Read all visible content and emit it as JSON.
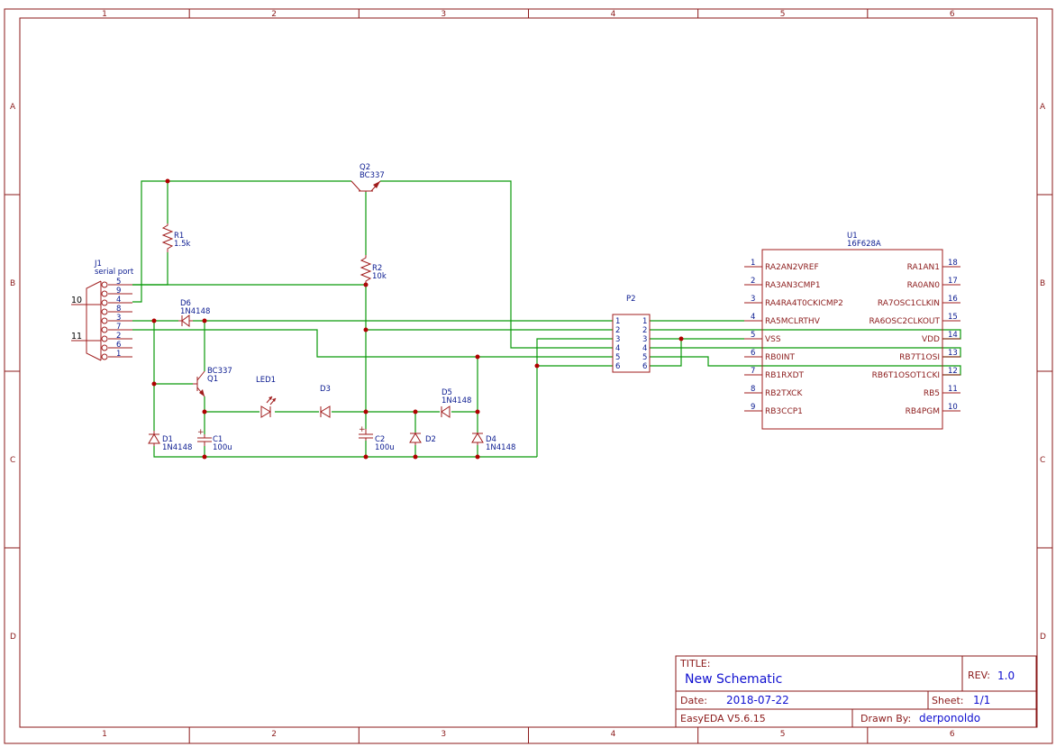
{
  "sheet": {
    "col_labels": [
      "1",
      "2",
      "3",
      "4",
      "5",
      "6"
    ],
    "row_labels": [
      "A",
      "B",
      "C",
      "D"
    ]
  },
  "components": {
    "J1": {
      "ref": "J1",
      "value": "serial port",
      "pins": [
        "5",
        "9",
        "4",
        "8",
        "3",
        "7",
        "2",
        "6",
        "1"
      ]
    },
    "R1": {
      "ref": "R1",
      "value": "1.5k"
    },
    "R2": {
      "ref": "R2",
      "value": "10k"
    },
    "Q1": {
      "ref": "Q1",
      "value": "BC337"
    },
    "Q2": {
      "ref": "Q2",
      "value": "BC337"
    },
    "D1": {
      "ref": "D1",
      "value": "1N4148"
    },
    "D2": {
      "ref": "D2"
    },
    "D3": {
      "ref": "D3"
    },
    "D4": {
      "ref": "D4",
      "value": "1N4148"
    },
    "D5": {
      "ref": "D5",
      "value": "1N4148"
    },
    "D6": {
      "ref": "D6",
      "value": "1N4148"
    },
    "LED1": {
      "ref": "LED1"
    },
    "C1": {
      "ref": "C1",
      "value": "100u"
    },
    "C2": {
      "ref": "C2",
      "value": "100u"
    },
    "P2": {
      "ref": "P2",
      "pins": [
        "1",
        "2",
        "3",
        "4",
        "5",
        "6"
      ]
    },
    "U1": {
      "ref": "U1",
      "value": "16F628A",
      "left_pins": [
        {
          "num": "1",
          "name": "RA2AN2VREF"
        },
        {
          "num": "2",
          "name": "RA3AN3CMP1"
        },
        {
          "num": "3",
          "name": "RA4RA4T0CKICMP2"
        },
        {
          "num": "4",
          "name": "RA5MCLRTHV"
        },
        {
          "num": "5",
          "name": "VSS"
        },
        {
          "num": "6",
          "name": "RB0INT"
        },
        {
          "num": "7",
          "name": "RB1RXDT"
        },
        {
          "num": "8",
          "name": "RB2TXCK"
        },
        {
          "num": "9",
          "name": "RB3CCP1"
        }
      ],
      "right_pins": [
        {
          "num": "18",
          "name": "RA1AN1"
        },
        {
          "num": "17",
          "name": "RA0AN0"
        },
        {
          "num": "16",
          "name": "RA7OSC1CLKIN"
        },
        {
          "num": "15",
          "name": "RA6OSC2CLKOUT"
        },
        {
          "num": "14",
          "name": "VDD"
        },
        {
          "num": "13",
          "name": "RB7T1OSI"
        },
        {
          "num": "12",
          "name": "RB6T1OSOT1CKI"
        },
        {
          "num": "11",
          "name": "RB5"
        },
        {
          "num": "10",
          "name": "RB4PGM"
        }
      ]
    }
  },
  "net_labels": {
    "n10": "10",
    "n11": "11"
  },
  "title_block": {
    "title_label": "TITLE:",
    "title": "New Schematic",
    "rev_label": "REV:",
    "rev": "1.0",
    "date_label": "Date:",
    "date": "2018-07-22",
    "sheet_label": "Sheet:",
    "sheet": "1/1",
    "tool": "EasyEDA V5.6.15",
    "drawn_by_label": "Drawn By:",
    "drawn_by": "derponoldo"
  }
}
